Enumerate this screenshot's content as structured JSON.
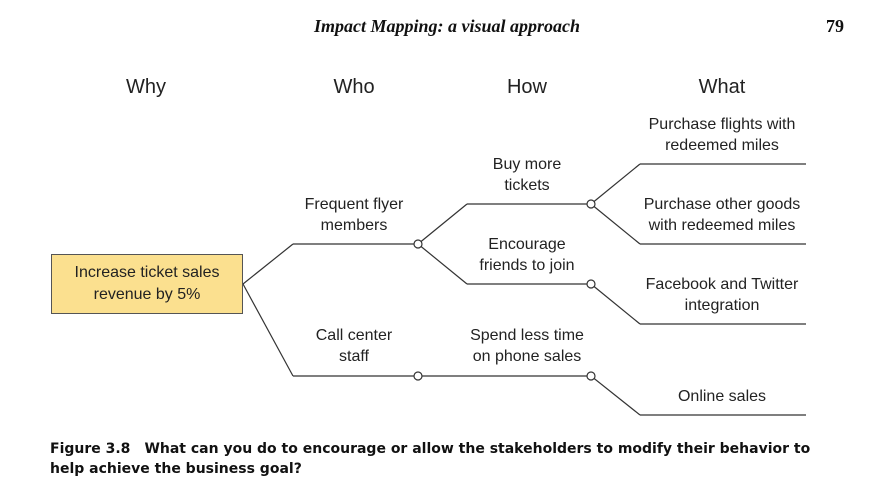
{
  "header": {
    "title": "Impact Mapping: a visual approach",
    "page_number": "79"
  },
  "columns": {
    "why": "Why",
    "who": "Who",
    "how": "How",
    "what": "What"
  },
  "goal": "Increase ticket sales\nrevenue by 5%",
  "actors": {
    "frequent_flyers": "Frequent flyer\nmembers",
    "call_center": "Call center\nstaff"
  },
  "impacts": {
    "buy_more_tickets": "Buy more\ntickets",
    "encourage_friends": "Encourage\nfriends to join",
    "spend_less_time": "Spend less time\non phone sales"
  },
  "deliverables": {
    "purchase_flights": "Purchase flights with\nredeemed miles",
    "purchase_goods": "Purchase other goods\nwith redeemed miles",
    "facebook_twitter": "Facebook and Twitter\nintegration",
    "online_sales": "Online sales"
  },
  "caption": {
    "figure": "Figure 3.8",
    "text": "What can you do to encourage or allow the stakeholders to modify their behavior to help achieve the business goal?"
  }
}
